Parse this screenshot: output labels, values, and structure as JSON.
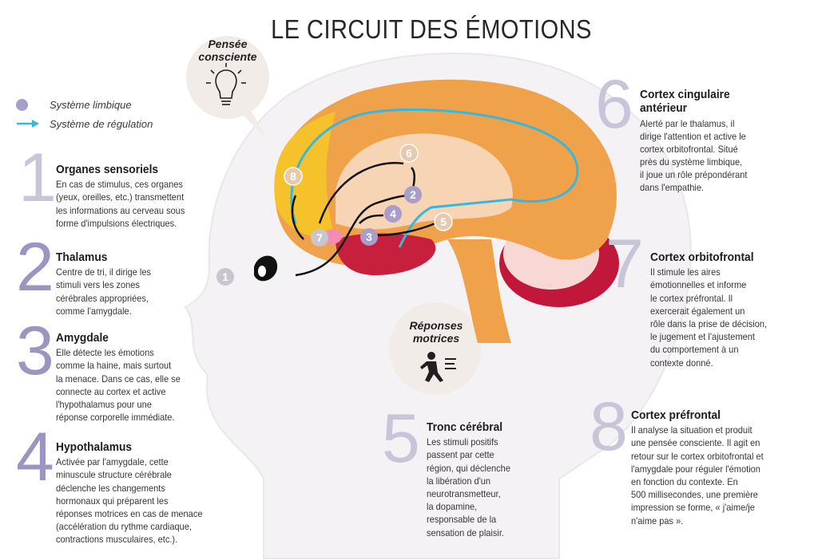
{
  "title": "LE CIRCUIT DES ÉMOTIONS",
  "legend": {
    "limbic": "Système limbique",
    "regulation": "Système de régulation"
  },
  "colors": {
    "limbic_dot": "#a99dc9",
    "regulation_arrow": "#37b6e0",
    "cortex_orange": "#f0a24a",
    "cortex_yellow": "#f5c22b",
    "deep_red": "#c7203d",
    "number_grey": "#c9c5d9",
    "number_purple": "#9d94c2"
  },
  "bubbles": {
    "thought_top": "Pensée",
    "thought_bottom": "consciente",
    "thought_icon": "lightbulb-icon",
    "motor_top": "Réponses",
    "motor_bottom": "motrices",
    "motor_icon": "running-person-icon"
  },
  "items": [
    {
      "num": "1",
      "head": "Organes sensoriels",
      "lines": [
        "En cas de stimulus, ces organes",
        "(yeux, oreilles, etc.) transmettent",
        "les informations au cerveau sous",
        "forme d'impulsions électriques."
      ]
    },
    {
      "num": "2",
      "head": "Thalamus",
      "lines": [
        "Centre de tri, il dirige les",
        "stimuli vers les zones",
        "cérébrales appropriées,",
        "comme l'amygdale."
      ]
    },
    {
      "num": "3",
      "head": "Amygdale",
      "lines": [
        "Elle détecte les émotions",
        "comme la haine, mais surtout",
        "la  menace. Dans ce cas, elle se",
        "connecte au cortex et active",
        "l'hypothalamus pour une",
        "réponse corporelle immédiate."
      ]
    },
    {
      "num": "4",
      "head": "Hypothalamus",
      "lines": [
        "Activée par l'amygdale, cette",
        "minuscule structure cérébrale",
        "déclenche les changements",
        "hormonaux qui préparent les",
        "réponses motrices en cas de menace",
        "(accélération du rythme cardiaque,",
        "contractions musculaires, etc.)."
      ]
    },
    {
      "num": "5",
      "head": "Tronc cérébral",
      "lines": [
        "Les stimuli positifs",
        "passent par cette",
        "région, qui déclenche",
        "la libération d'un",
        "neurotransmetteur,",
        "la dopamine,",
        "responsable de la",
        "sensation de plaisir."
      ]
    },
    {
      "num": "6",
      "head_lines": [
        "Cortex cingulaire",
        "antérieur"
      ],
      "lines": [
        "Alerté par le thalamus, il",
        "dirige l'attention et active le",
        "cortex orbitofrontal. Situé",
        "près du système limbique,",
        "il joue un rôle prépondérant",
        "dans l'empathie."
      ]
    },
    {
      "num": "7",
      "head": "Cortex orbitofrontal",
      "lines": [
        "Il stimule les aires",
        "émotionnelles et informe",
        "le cortex préfrontal. Il",
        "exercerait également un",
        "rôle dans la prise de décision,",
        "le jugement et l'ajustement",
        "du comportement à un",
        "contexte donné."
      ]
    },
    {
      "num": "8",
      "head": "Cortex préfrontal",
      "lines": [
        "Il analyse la situation et produit",
        "une pensée consciente. Il agit en",
        "retour sur le cortex orbitofrontal et",
        "l'amygdale pour réguler l'émotion",
        "en fonction du contexte. En",
        "500 millisecondes, une première",
        "impression se forme, « j'aime/je",
        "n'aime pas »."
      ]
    }
  ],
  "markers": [
    "1",
    "2",
    "3",
    "4",
    "5",
    "6",
    "7",
    "8"
  ]
}
